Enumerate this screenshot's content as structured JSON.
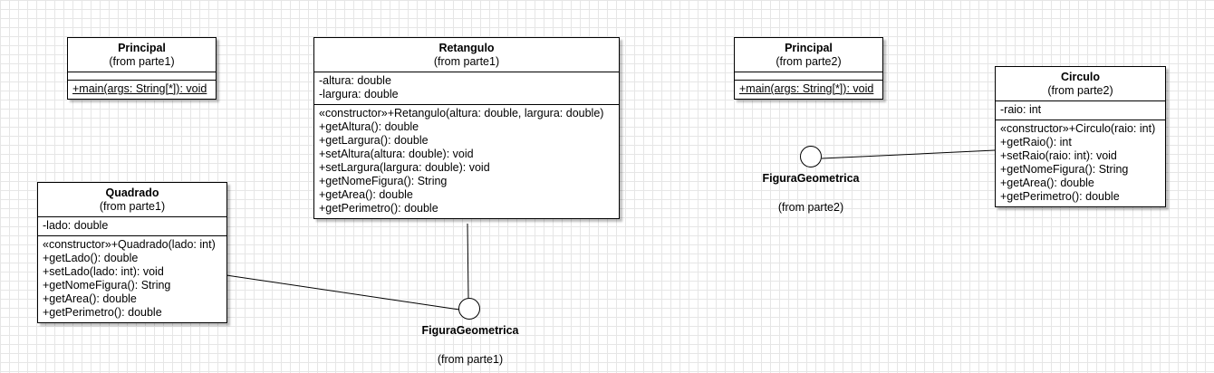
{
  "classes": {
    "principal1": {
      "name": "Principal",
      "from": "(from parte1)",
      "operations": [
        "+main(args: String[*]): void"
      ]
    },
    "retangulo": {
      "name": "Retangulo",
      "from": "(from parte1)",
      "attributes": [
        "-altura: double",
        "-largura: double"
      ],
      "operations": [
        "«constructor»+Retangulo(altura: double, largura: double)",
        "+getAltura(): double",
        "+getLargura(): double",
        "+setAltura(altura: double): void",
        "+setLargura(largura: double): void",
        "+getNomeFigura(): String",
        "+getArea(): double",
        "+getPerimetro(): double"
      ]
    },
    "quadrado": {
      "name": "Quadrado",
      "from": "(from parte1)",
      "attributes": [
        "-lado: double"
      ],
      "operations": [
        "«constructor»+Quadrado(lado: int)",
        "+getLado(): double",
        "+setLado(lado: int): void",
        "+getNomeFigura(): String",
        "+getArea(): double",
        "+getPerimetro(): double"
      ]
    },
    "principal2": {
      "name": "Principal",
      "from": "(from parte2)",
      "operations": [
        "+main(args: String[*]): void"
      ]
    },
    "circulo": {
      "name": "Circulo",
      "from": "(from parte2)",
      "attributes": [
        "-raio: int"
      ],
      "operations": [
        "«constructor»+Circulo(raio: int)",
        "+getRaio(): int",
        "+setRaio(raio: int): void",
        "+getNomeFigura(): String",
        "+getArea(): double",
        "+getPerimetro(): double"
      ]
    }
  },
  "interfaces": {
    "figura1": {
      "name": "FiguraGeometrica",
      "from": "(from parte1)"
    },
    "figura2": {
      "name": "FiguraGeometrica",
      "from": "(from parte2)"
    }
  }
}
